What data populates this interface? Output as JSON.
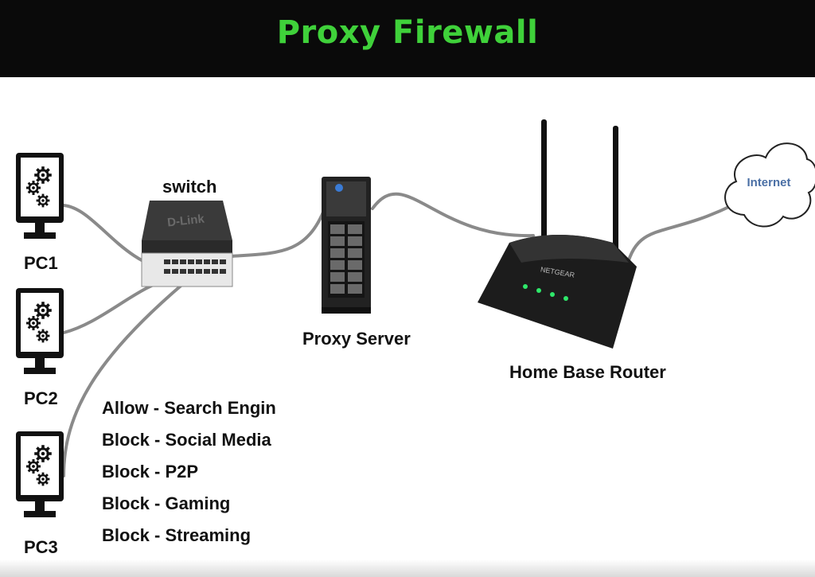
{
  "title": "Proxy Firewall",
  "colors": {
    "title": "#3fd13a",
    "header_bg": "#0a0a0a",
    "cable": "#8a8a8a",
    "led": "#2ee86a"
  },
  "nodes": {
    "pc1": "PC1",
    "pc2": "PC2",
    "pc3": "PC3",
    "switch": "switch",
    "switch_brand": "D-Link",
    "proxy": "Proxy Server",
    "router": "Home Base Router",
    "router_brand": "NETGEAR",
    "internet": "Internet"
  },
  "icons": {
    "pc": "monitor-with-gears-icon",
    "cloud": "cloud-icon"
  },
  "rules": [
    "Allow - Search Engin",
    "Block - Social Media",
    "Block - P2P",
    "Block - Gaming",
    "Block - Streaming"
  ]
}
